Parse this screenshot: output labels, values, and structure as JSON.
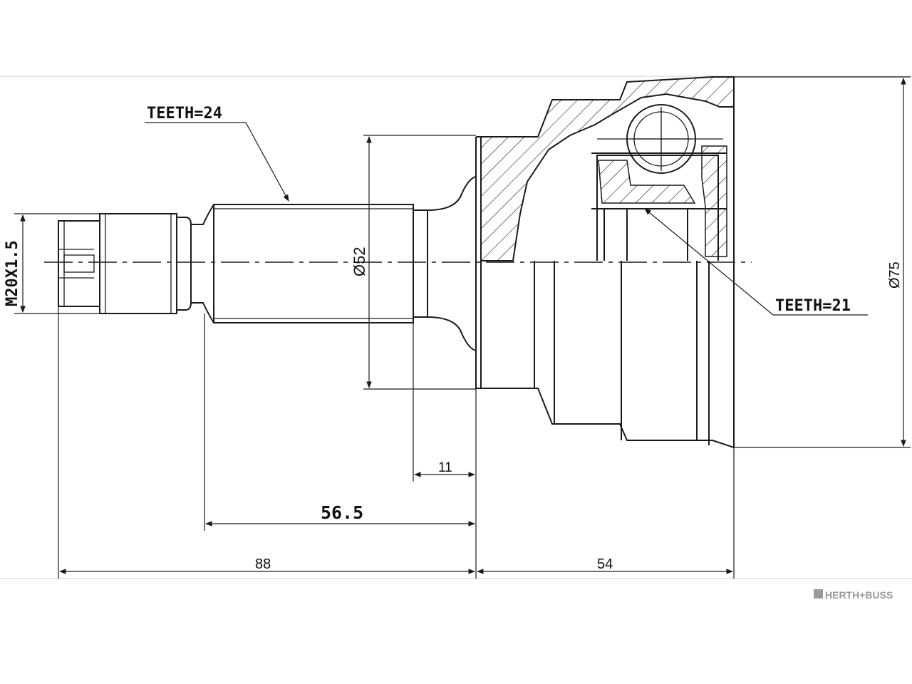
{
  "labels": {
    "teeth_outer": "TEETH=24",
    "teeth_inner": "TEETH=21",
    "thread": "M20X1.5",
    "dia_shaft": "Ø52",
    "dia_housing": "Ø75",
    "dim_11": "11",
    "dim_56_5": "56.5",
    "dim_88": "88",
    "dim_54": "54"
  },
  "logo": {
    "text": "HERTH+BUSS",
    "color": "#9a9a9a"
  },
  "colors": {
    "line": "#1a1a1a",
    "background": "#ffffff"
  }
}
